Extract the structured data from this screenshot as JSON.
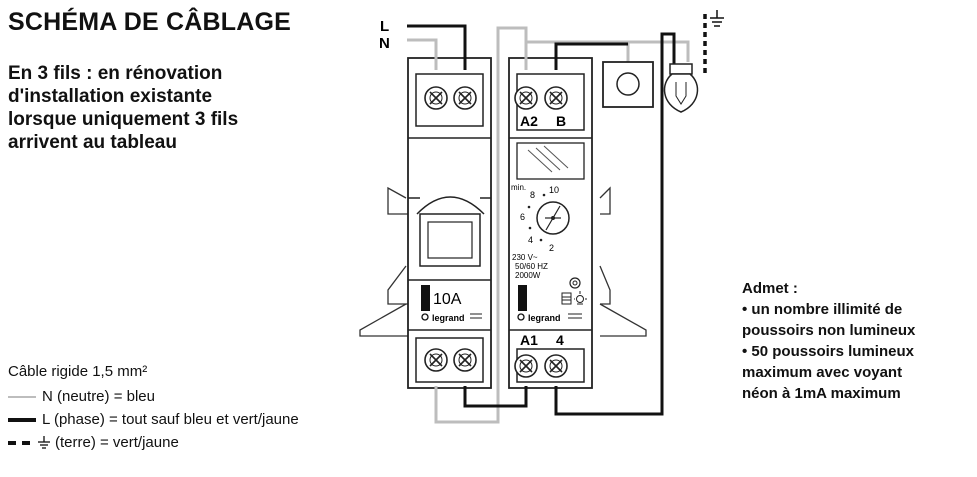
{
  "header": {
    "title": "SCHÉMA DE CÂBLAGE",
    "subtitle_lines": [
      "En 3 fils : en rénovation",
      "d'installation existante",
      "lorsque uniquement 3 fils",
      "arrivent au tableau"
    ]
  },
  "supply_labels": {
    "l": "L",
    "n": "N"
  },
  "breaker": {
    "rating": "10A",
    "brand": "legrand"
  },
  "timer": {
    "terminal_top_left": "A2",
    "terminal_top_right": "B",
    "terminal_bottom_left": "A1",
    "terminal_bottom_right": "4",
    "dial_min_label": "min.",
    "dial_marks": [
      "10",
      "8",
      "6",
      "4",
      "2"
    ],
    "specs": [
      "230 V~",
      "50/60 HZ",
      "2000W"
    ],
    "brand": "legrand"
  },
  "admet": {
    "heading": "Admet :",
    "lines": [
      "• un nombre illimité de",
      "poussoirs non lumineux",
      "• 50 poussoirs lumineux",
      "maximum avec voyant",
      "néon à 1mA maximum"
    ]
  },
  "legend": {
    "cable": "Câble rigide 1,5 mm²",
    "items": [
      {
        "text": "N (neutre) = bleu",
        "style": "grey"
      },
      {
        "text": "L (phase) = tout sauf bleu et vert/jaune",
        "style": "black"
      },
      {
        "text": "(terre) = vert/jaune",
        "style": "dashed"
      }
    ]
  },
  "colors": {
    "neutral_wire": "#bdbdbd",
    "phase_wire": "#111111",
    "outline": "#222222"
  }
}
